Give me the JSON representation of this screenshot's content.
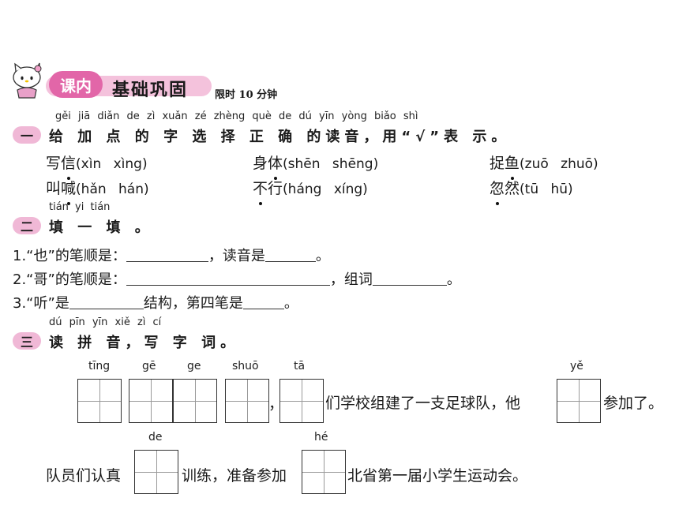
{
  "banner": {
    "tag": "课内",
    "title": "基础巩固",
    "time_limit": "限时 10 分钟"
  },
  "q1": {
    "number": "一",
    "pinyin": "gěi jiā diǎn de zì xuǎn zé zhèng què de dú yīn yòng biǎo shì",
    "instruction": "给 加 点 的 字 选 择 正 确 的读音，用“√”表 示。",
    "items": [
      {
        "pre": "写",
        "dot": "信",
        "post": "",
        "opts": "(xìn xìng)"
      },
      {
        "pre": "身",
        "dot": "体",
        "post": "",
        "opts": "(shēn shēng)"
      },
      {
        "pre": "捉",
        "dot": "鱼",
        "post": "",
        "opts": "(zuō zhuō)"
      },
      {
        "pre": "叫",
        "dot": "喊",
        "post": "",
        "opts": "(hǎn hán)"
      },
      {
        "pre": "",
        "dot": "不",
        "post": "行",
        "opts": "(háng xíng)"
      },
      {
        "pre": "",
        "dot": "忽",
        "post": "然",
        "opts": "(tū hū)"
      }
    ]
  },
  "q2": {
    "number": "二",
    "pinyin": "tián yi tián",
    "instruction": "填 一 填 。",
    "line1_a": "1.“也”的笔顺是：",
    "line1_b": "，读音是",
    "line1_c": "。",
    "line2_a": "2.“哥”的笔顺是：",
    "line2_b": "，组词",
    "line2_c": "。",
    "line3_a": "3.“听”是",
    "line3_b": "结构，第四笔是",
    "line3_c": "。"
  },
  "q3": {
    "number": "三",
    "pinyin": "dú pīn yīn xiě zì cí",
    "instruction": "读 拼 音，写 字 词。",
    "row1_pinyin": [
      "tīng",
      "gē",
      "ge",
      "shuō",
      "tā",
      "yě"
    ],
    "row1_comma": "，",
    "row1_text_a": "们学校组建了一支足球队，他",
    "row1_text_b": "参加了。",
    "row2_pinyin": [
      "de",
      "hé"
    ],
    "row2_text_a": "队员们认真",
    "row2_text_b": "训练，准备参加",
    "row2_text_c": "北省第一届小学生运动会。"
  }
}
